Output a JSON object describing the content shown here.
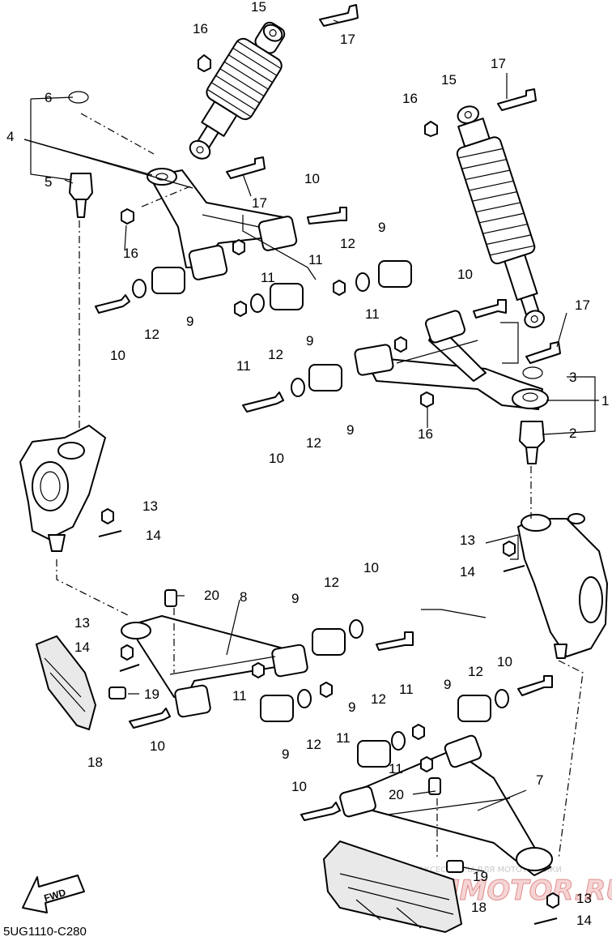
{
  "diagram": {
    "drawing_code": "5UG1110-C280",
    "fwd_label": "FWD",
    "watermark_top": "ЗАПЧАСТИ И АКСЕССУАРЫ ДЛЯ МОТОТЕХНИКИ",
    "watermark_brand": "JAPANMOTOR.RU",
    "callouts": [
      {
        "id": "c1",
        "label": "1"
      },
      {
        "id": "c2",
        "label": "2"
      },
      {
        "id": "c3",
        "label": "3"
      },
      {
        "id": "c4",
        "label": "4"
      },
      {
        "id": "c5",
        "label": "5"
      },
      {
        "id": "c6",
        "label": "6"
      },
      {
        "id": "c7",
        "label": "7"
      },
      {
        "id": "c8",
        "label": "8"
      },
      {
        "id": "c9a",
        "label": "9"
      },
      {
        "id": "c9b",
        "label": "9"
      },
      {
        "id": "c9c",
        "label": "9"
      },
      {
        "id": "c9d",
        "label": "9"
      },
      {
        "id": "c9e",
        "label": "9"
      },
      {
        "id": "c9f",
        "label": "9"
      },
      {
        "id": "c9g",
        "label": "9"
      },
      {
        "id": "c9h",
        "label": "9"
      },
      {
        "id": "c10a",
        "label": "10"
      },
      {
        "id": "c10b",
        "label": "10"
      },
      {
        "id": "c10c",
        "label": "10"
      },
      {
        "id": "c10d",
        "label": "10"
      },
      {
        "id": "c10e",
        "label": "10"
      },
      {
        "id": "c10f",
        "label": "10"
      },
      {
        "id": "c10g",
        "label": "10"
      },
      {
        "id": "c10h",
        "label": "10"
      },
      {
        "id": "c11a",
        "label": "11"
      },
      {
        "id": "c11b",
        "label": "11"
      },
      {
        "id": "c11c",
        "label": "11"
      },
      {
        "id": "c11d",
        "label": "11"
      },
      {
        "id": "c11e",
        "label": "11"
      },
      {
        "id": "c11f",
        "label": "11"
      },
      {
        "id": "c11g",
        "label": "11"
      },
      {
        "id": "c11h",
        "label": "11"
      },
      {
        "id": "c12a",
        "label": "12"
      },
      {
        "id": "c12b",
        "label": "12"
      },
      {
        "id": "c12c",
        "label": "12"
      },
      {
        "id": "c12d",
        "label": "12"
      },
      {
        "id": "c12e",
        "label": "12"
      },
      {
        "id": "c12f",
        "label": "12"
      },
      {
        "id": "c12g",
        "label": "12"
      },
      {
        "id": "c12h",
        "label": "12"
      },
      {
        "id": "c13a",
        "label": "13"
      },
      {
        "id": "c13b",
        "label": "13"
      },
      {
        "id": "c13c",
        "label": "13"
      },
      {
        "id": "c13d",
        "label": "13"
      },
      {
        "id": "c14a",
        "label": "14"
      },
      {
        "id": "c14b",
        "label": "14"
      },
      {
        "id": "c14c",
        "label": "14"
      },
      {
        "id": "c14d",
        "label": "14"
      },
      {
        "id": "c15a",
        "label": "15"
      },
      {
        "id": "c15b",
        "label": "15"
      },
      {
        "id": "c16a",
        "label": "16"
      },
      {
        "id": "c16b",
        "label": "16"
      },
      {
        "id": "c16c",
        "label": "16"
      },
      {
        "id": "c16d",
        "label": "16"
      },
      {
        "id": "c17a",
        "label": "17"
      },
      {
        "id": "c17b",
        "label": "17"
      },
      {
        "id": "c17c",
        "label": "17"
      },
      {
        "id": "c17d",
        "label": "17"
      },
      {
        "id": "c18a",
        "label": "18"
      },
      {
        "id": "c18b",
        "label": "18"
      },
      {
        "id": "c19a",
        "label": "19"
      },
      {
        "id": "c19b",
        "label": "19"
      },
      {
        "id": "c20a",
        "label": "20"
      },
      {
        "id": "c20b",
        "label": "20"
      }
    ]
  }
}
